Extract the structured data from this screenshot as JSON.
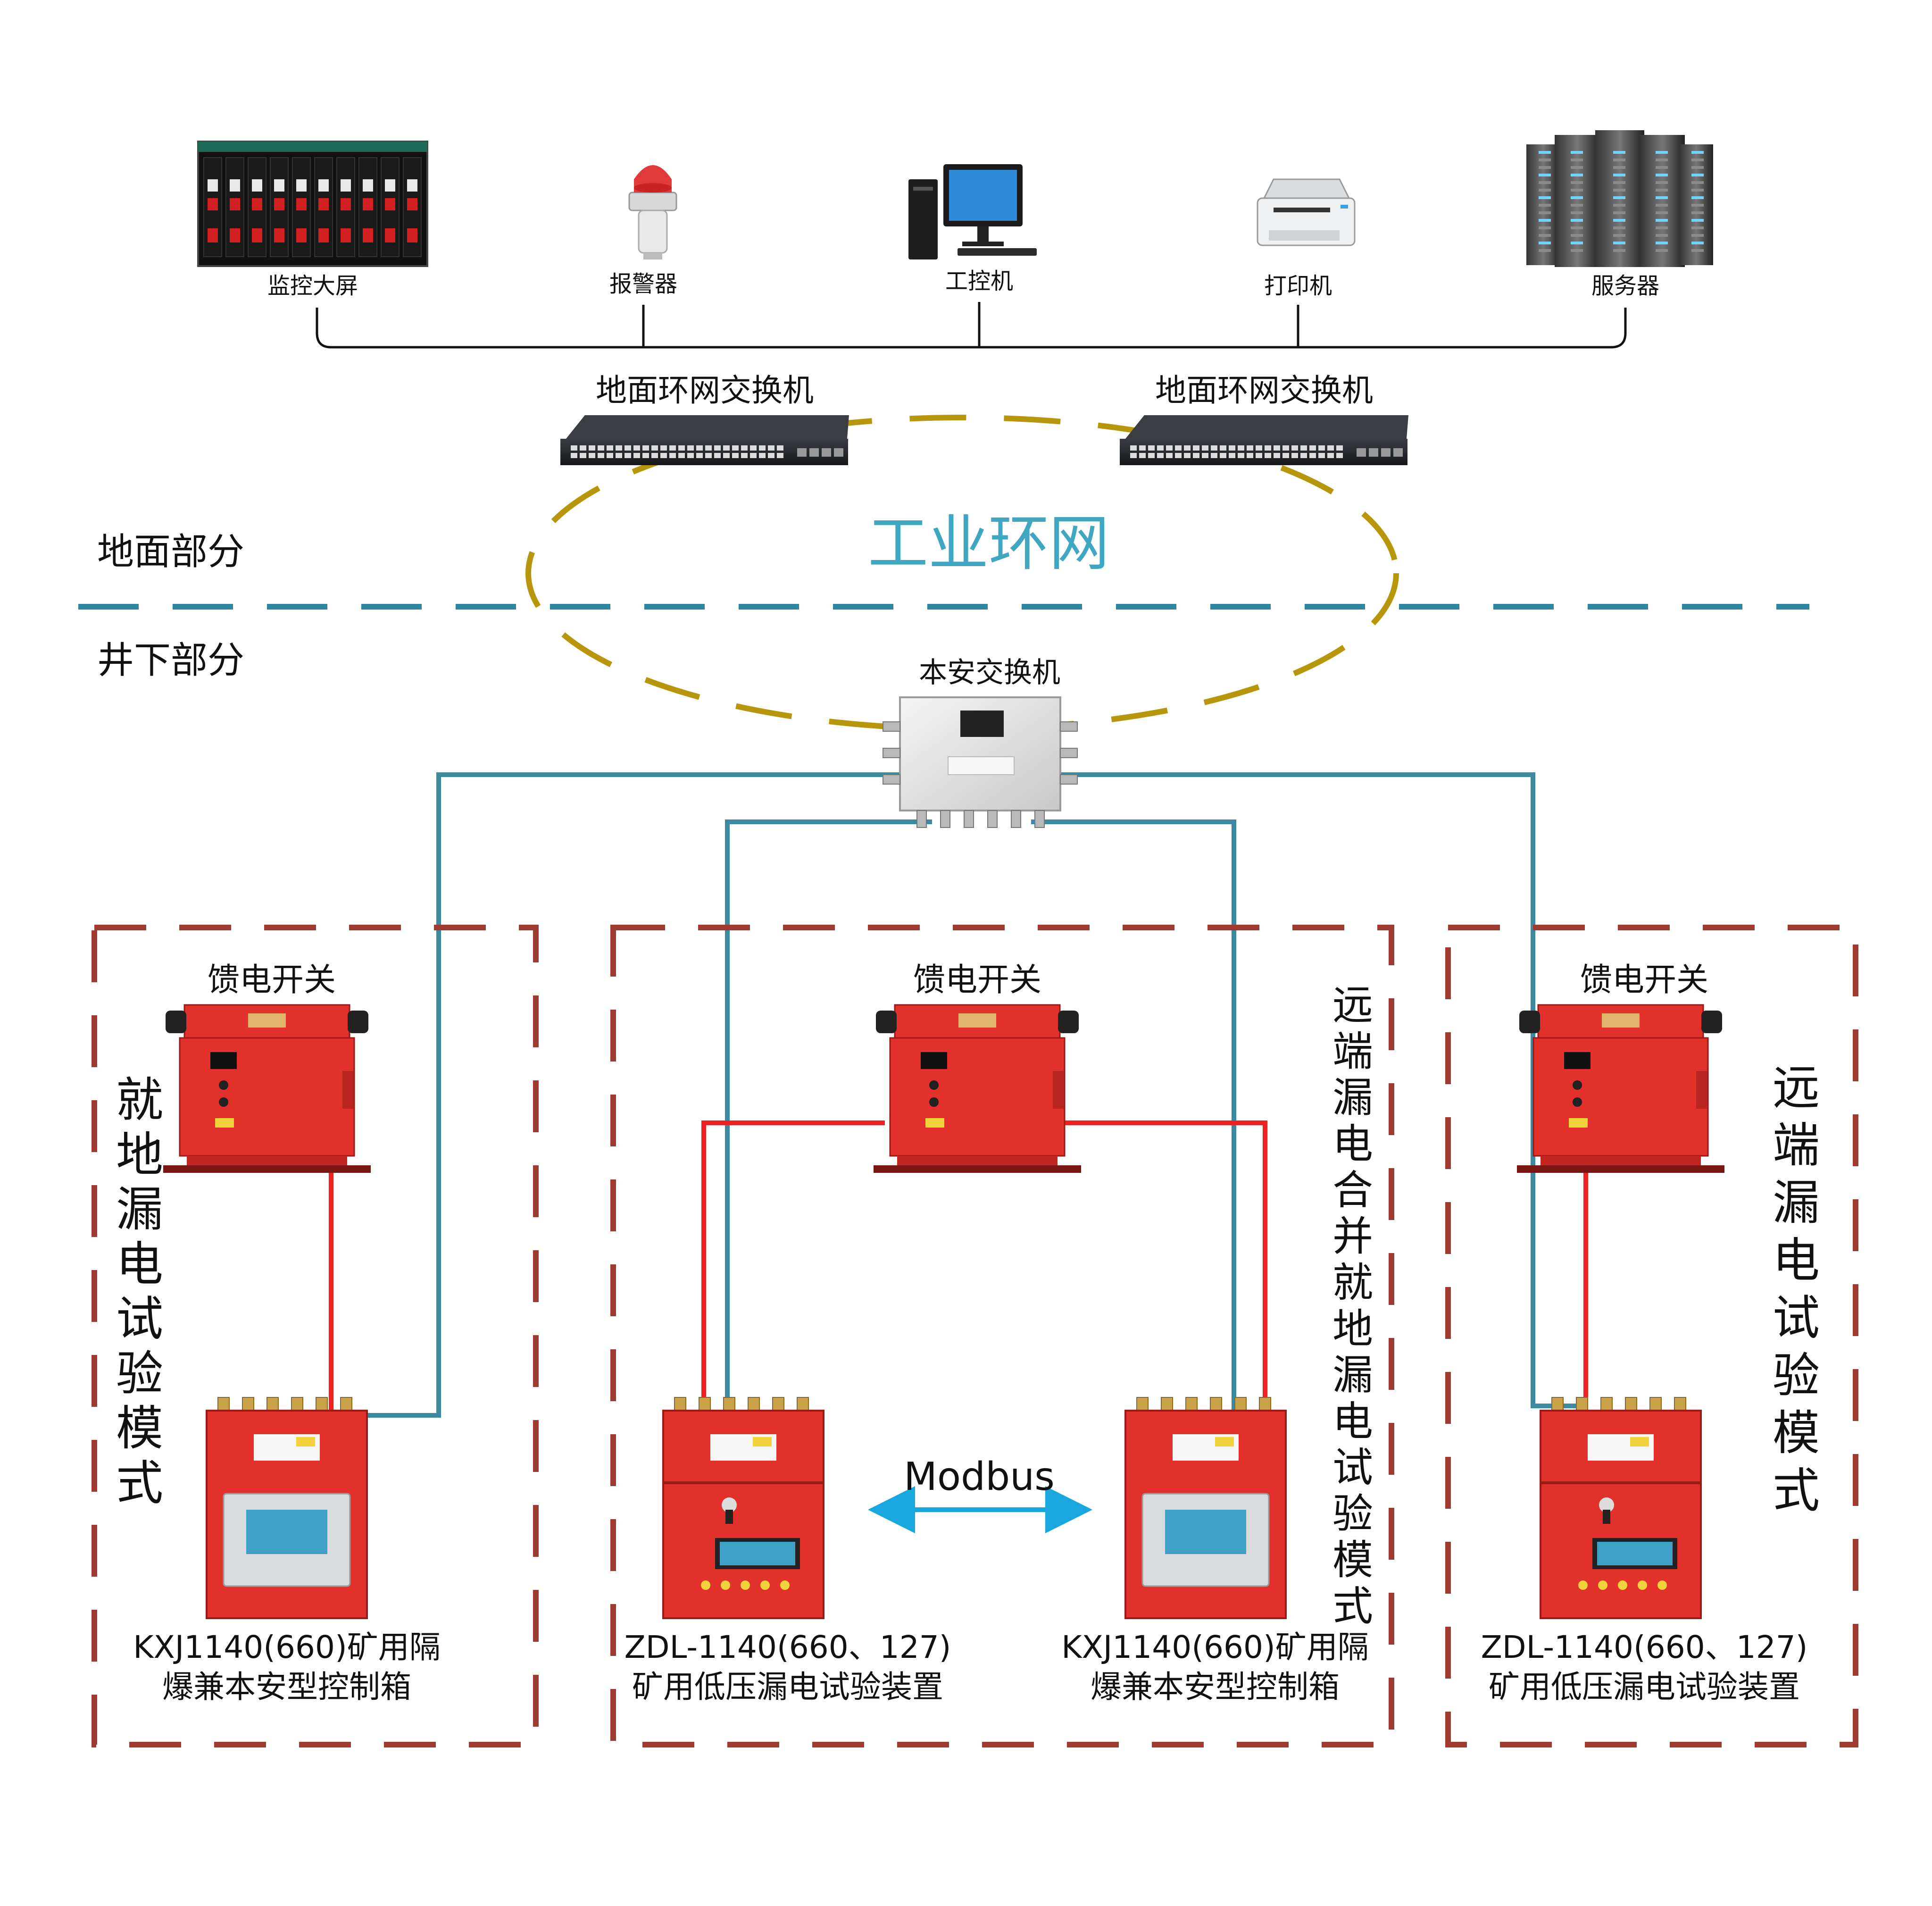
{
  "surface": {
    "devices": {
      "monitor_wall": "监控大屏",
      "alarm": "报警器",
      "ipc": "工控机",
      "printer": "打印机",
      "server": "服务器"
    },
    "switch_left": "地面环网交换机",
    "switch_right": "地面环网交换机",
    "ring_label": "工业环网",
    "section_label": "地面部分"
  },
  "underground": {
    "section_label": "井下部分",
    "ia_switch": "本安交换机",
    "feeder_left": "馈电开关",
    "feeder_mid": "馈电开关",
    "feeder_right": "馈电开关",
    "mode_left": [
      "就",
      "地",
      "漏",
      "电",
      "试",
      "验",
      "模",
      "式"
    ],
    "mode_mid": [
      "远",
      "端",
      "漏",
      "电",
      "合",
      "并",
      "就",
      "地",
      "漏",
      "电",
      "试",
      "验",
      "模",
      "式"
    ],
    "mode_right": [
      "远",
      "端",
      "漏",
      "电",
      "试",
      "验",
      "模",
      "式"
    ],
    "kxj_left": [
      "KXJ1140(660)矿用隔",
      "爆兼本安型控制箱"
    ],
    "zdl_mid": [
      "ZDL-1140(660、127)",
      "矿用低压漏电试验装置"
    ],
    "kxj_mid": [
      "KXJ1140(660)矿用隔",
      "爆兼本安型控制箱"
    ],
    "zdl_right": [
      "ZDL-1140(660、127)",
      "矿用低压漏电试验装置"
    ],
    "modbus_label": "Modbus"
  },
  "colors": {
    "ring": "#B8960C",
    "divider": "#2E86A0",
    "network": "#3C8AA0",
    "power": "#EE2222",
    "group_border": "#9E3A32",
    "device_red": "#E2302A",
    "modbus": "#1AA7E0",
    "ring_text": "#3FA7C2"
  }
}
